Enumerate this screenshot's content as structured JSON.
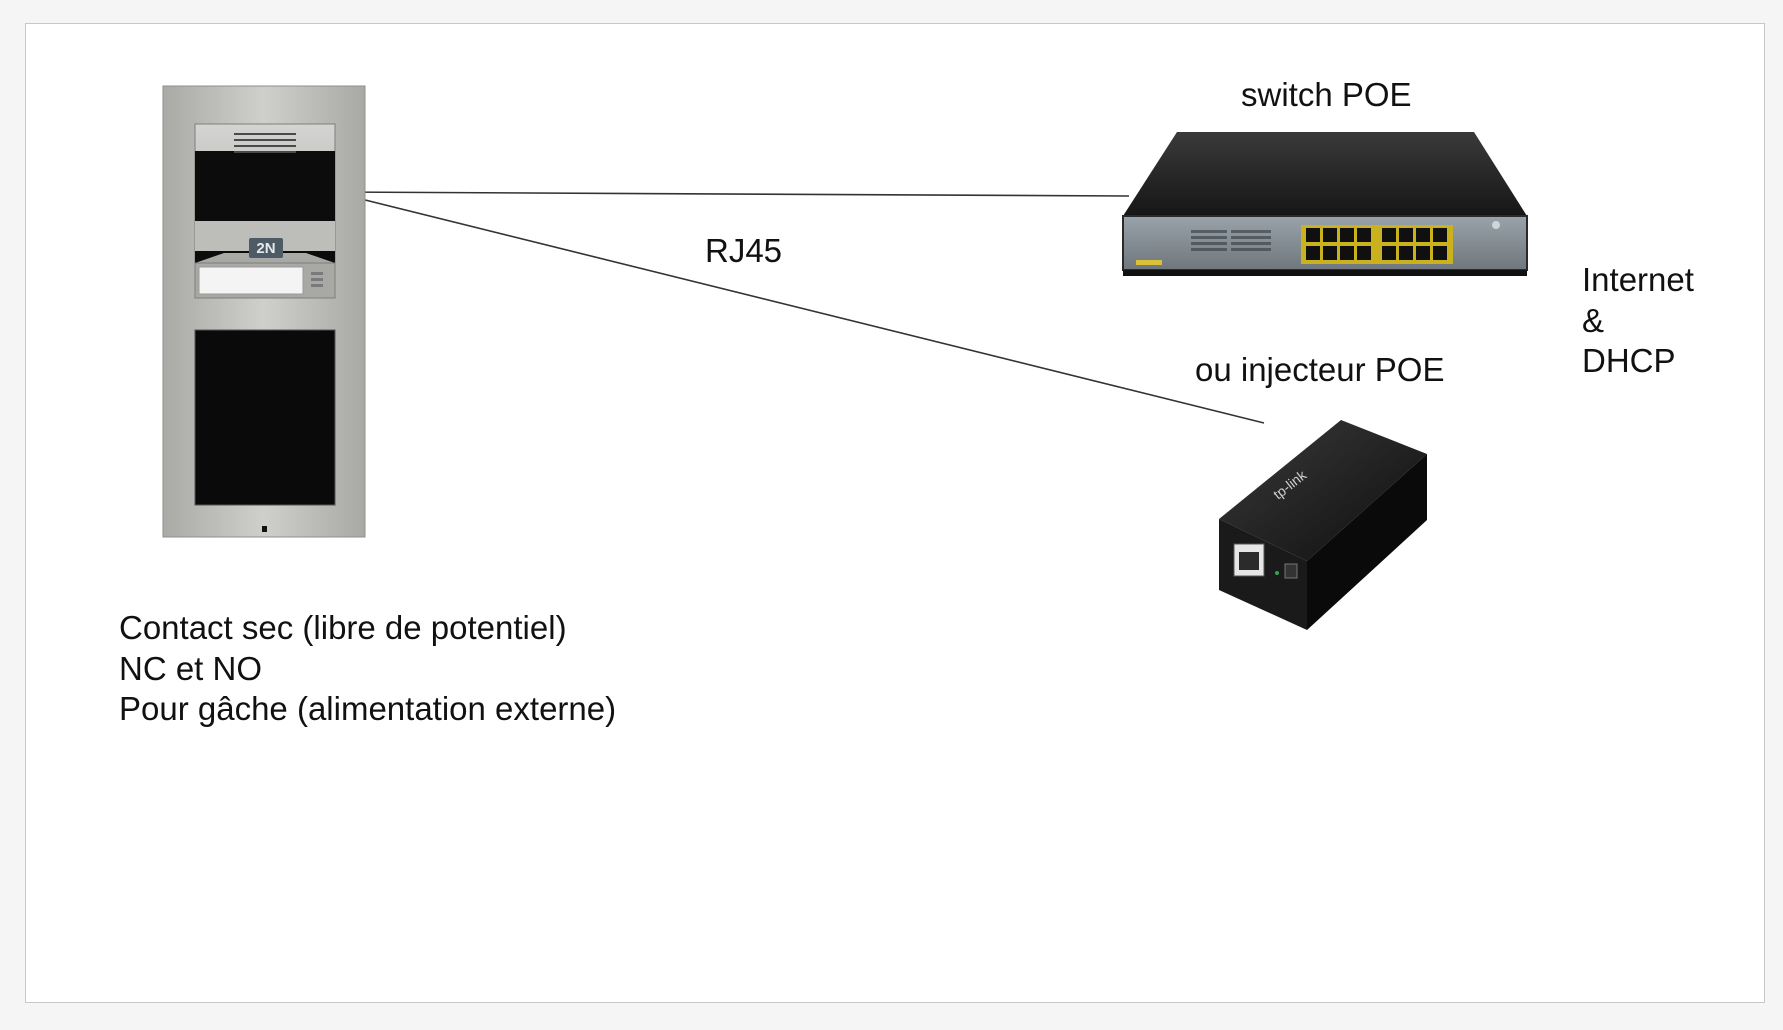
{
  "labels": {
    "switch": "switch POE",
    "rj45": "RJ45",
    "injector": "ou injecteur POE",
    "internet_lines": [
      "Internet",
      "&",
      "DHCP"
    ],
    "contact_lines": [
      "Contact sec (libre de potentiel)",
      "NC et NO",
      "Pour gâche (alimentation externe)"
    ]
  },
  "device_marks": {
    "intercom_logo": "2N",
    "injector_logo": "tp-link"
  },
  "colors": {
    "background": "#ffffff",
    "frame": "#c8c8c8",
    "cable": "#333333",
    "intercom_panel": "#b9b9b6",
    "switch_body": "#1f1f1f",
    "injector_body": "#111111"
  }
}
